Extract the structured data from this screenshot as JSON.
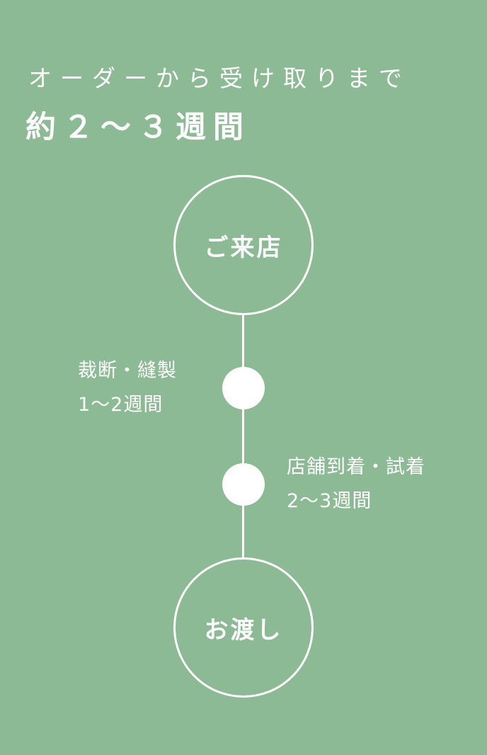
{
  "header": {
    "subtitle": "オーダーから受け取りまで",
    "title": "約２～３週間"
  },
  "flow": {
    "start": {
      "label": "ご来店"
    },
    "steps": [
      {
        "name": "裁断・縫製",
        "duration": "1〜2週間"
      },
      {
        "name": "店舗到着・試着",
        "duration": "2〜3週間"
      }
    ],
    "end": {
      "label": "お渡し"
    }
  },
  "colors": {
    "background": "#8cba94",
    "foreground": "#ffffff"
  }
}
